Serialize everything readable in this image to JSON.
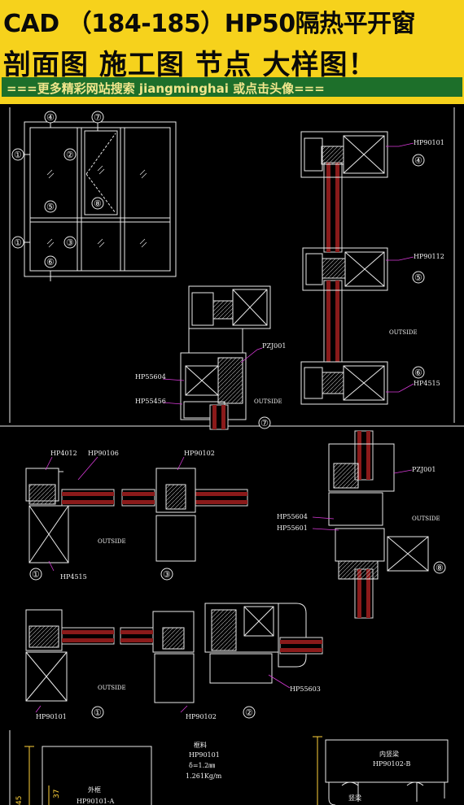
{
  "header": {
    "title_line1": "CAD （184-185）HP50隔热平开窗",
    "title_line2": "剖面图 施工图 节点 大样图！",
    "promo": "===更多精彩网站搜索 jiangminghai 或点击头像==="
  },
  "elevation": {
    "markers": [
      "④",
      "⑦",
      "①",
      "②",
      "⑤",
      "⑧",
      "①",
      "③",
      "⑥"
    ]
  },
  "section_right": {
    "labels": [
      "HP90101",
      "HP90112",
      "HP4515",
      "OUTSIDE"
    ],
    "markers": [
      "④",
      "⑤",
      "⑥"
    ]
  },
  "section_7": {
    "labels": [
      "PZJ001",
      "HP55604",
      "HP55456",
      "OUTSIDE"
    ],
    "marker": "⑦"
  },
  "section_1": {
    "labels": [
      "HP4012",
      "HP90106",
      "OUTSIDE",
      "HP4515"
    ],
    "marker": "①"
  },
  "section_3": {
    "labels": [
      "HP90102"
    ],
    "marker": "③"
  },
  "section_8": {
    "labels": [
      "PZJ001",
      "HP55604",
      "HP55601",
      "OUTSIDE"
    ],
    "marker": "⑧"
  },
  "section_bottom": {
    "labels": [
      "OUTSIDE",
      "HP90101",
      "HP90102",
      "HP55603"
    ],
    "markers": [
      "①",
      "②"
    ]
  },
  "detail": {
    "frame_title": "框料",
    "frame_code": "HP90101",
    "frame_thickness": "δ=1.2㎜",
    "frame_weight": "1.261Kg/m",
    "outer_frame": "外框",
    "outer_code": "HP90101-A",
    "mullion_title": "内竖梁",
    "mullion_code": "HP90102-B",
    "mullion_label": "竖梁",
    "dim_45": "45",
    "dim_37": "37"
  },
  "colors": {
    "banner": "#f6d21c",
    "promo_bg": "#1d6f2a",
    "line": "#e6e6e6",
    "leader": "#d93ad9",
    "glass": "#8a1a1a"
  }
}
